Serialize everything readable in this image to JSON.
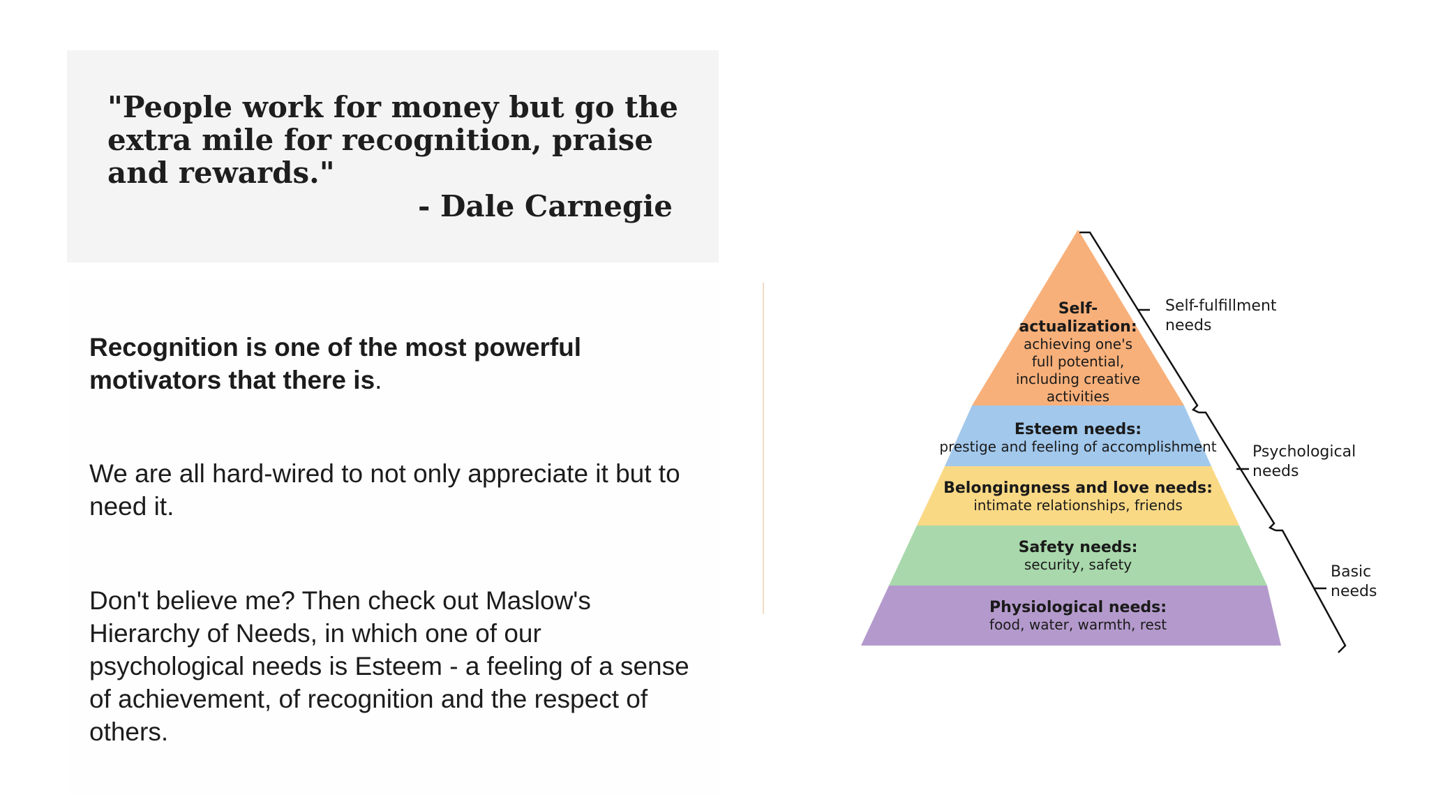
{
  "quote": {
    "text": "\"People work for money but go the extra mile for recognition, praise and rewards.\"",
    "author": "- Dale Carnegie"
  },
  "paragraphs": {
    "p1_bold": "Recognition is one of the most powerful motivators that there is",
    "p1_end": ".",
    "p2": "We are all hard-wired to not only appreciate it but to need it.",
    "p3": "Don't believe me? Then check out Maslow's Hierarchy of Needs, in which one of our psychological needs is Esteem - a feeling of a sense of achievement, of recognition and the respect of others."
  },
  "pyramid": {
    "levels": [
      {
        "title_lines": [
          "Self-",
          "actualization:"
        ],
        "desc_lines": [
          "achieving one's",
          "full potential,",
          "including creative",
          "activities"
        ],
        "color": "#f8b07a"
      },
      {
        "title_lines": [
          "Esteem needs:"
        ],
        "desc_lines": [
          "prestige and feeling of accomplishment"
        ],
        "color": "#a2c8ec"
      },
      {
        "title_lines": [
          "Belongingness and love needs:"
        ],
        "desc_lines": [
          "intimate relationships, friends"
        ],
        "color": "#fad985"
      },
      {
        "title_lines": [
          "Safety needs:"
        ],
        "desc_lines": [
          "security, safety"
        ],
        "color": "#a8d8ab"
      },
      {
        "title_lines": [
          "Physiological needs:"
        ],
        "desc_lines": [
          "food, water, warmth, rest"
        ],
        "color": "#b49acc"
      }
    ],
    "groups": [
      {
        "lines": [
          "Self-fulfillment",
          "needs"
        ]
      },
      {
        "lines": [
          "Psychological",
          "needs"
        ]
      },
      {
        "lines": [
          "Basic",
          "needs"
        ]
      }
    ]
  }
}
